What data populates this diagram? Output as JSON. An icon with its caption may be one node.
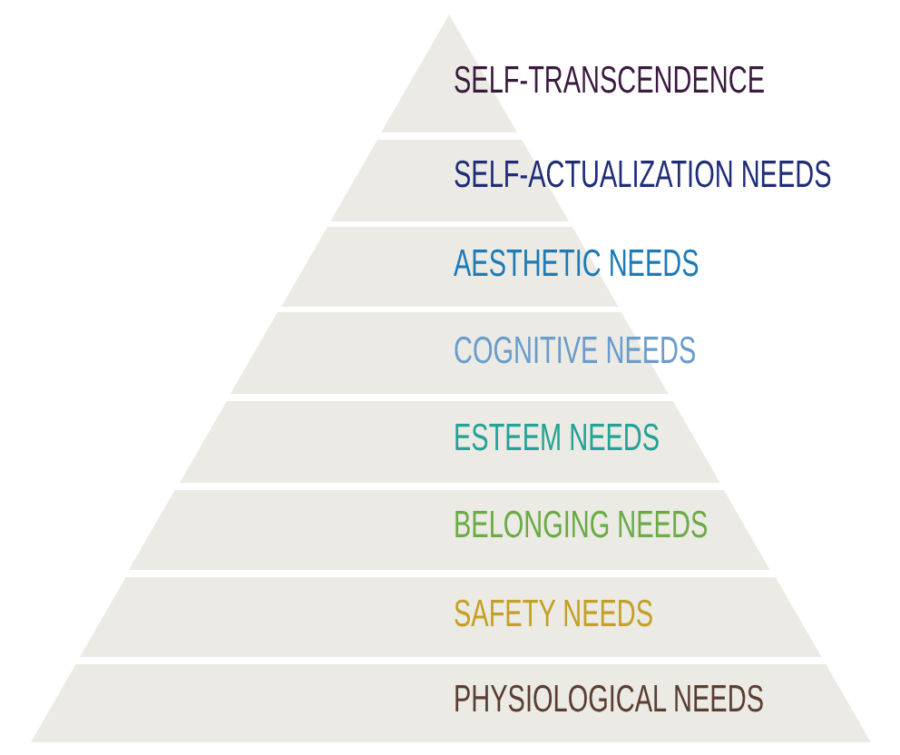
{
  "diagram": {
    "nodes": [
      {
        "text": [
          "SELF-TRANSCENDENCE"
        ]
      },
      {
        "text": [
          "SELF-ACTUALIZATION NEEDS"
        ]
      },
      {
        "text": [
          "AESTHETIC NEEDS"
        ]
      },
      {
        "text": [
          "COGNITIVE NEEDS"
        ]
      },
      {
        "text": [
          "ESTEEM NEEDS"
        ]
      },
      {
        "text": [
          "BELONGING NEEDS"
        ]
      },
      {
        "text": [
          "SAFETY NEEDS"
        ]
      },
      {
        "text": [
          "PHYSIOLOGICAL NEEDS"
        ]
      }
    ]
  }
}
